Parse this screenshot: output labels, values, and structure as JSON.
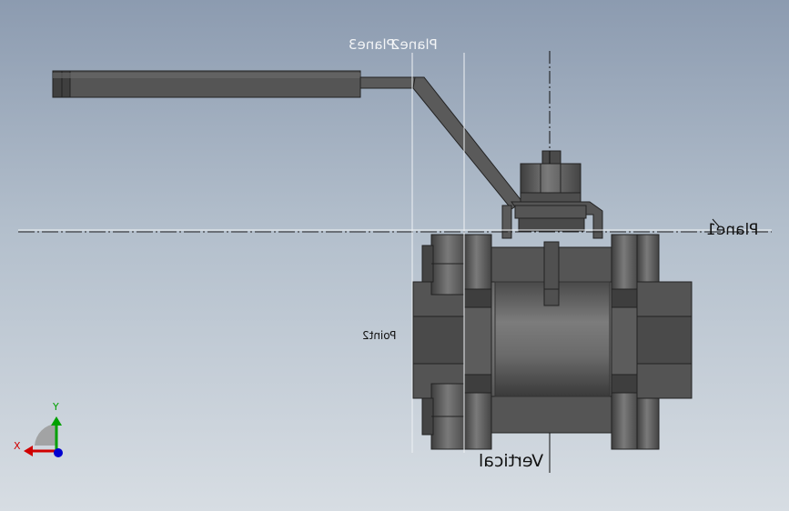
{
  "labels": {
    "plane2": "Plane2",
    "plane3": "Plane3",
    "plane1": "Plane1",
    "point2": "Point2",
    "vertical": "Vertical"
  },
  "triad": {
    "x": "X",
    "y": "Y"
  },
  "colors": {
    "background_top": "#8c9bb0",
    "background_bottom": "#d7dde3",
    "part": "#5a5a5a",
    "part_dark": "#3c3c3c",
    "part_light": "#7a7a7a",
    "axis_x": "#d00000",
    "axis_y": "#00a000",
    "axis_z": "#0000d0"
  }
}
